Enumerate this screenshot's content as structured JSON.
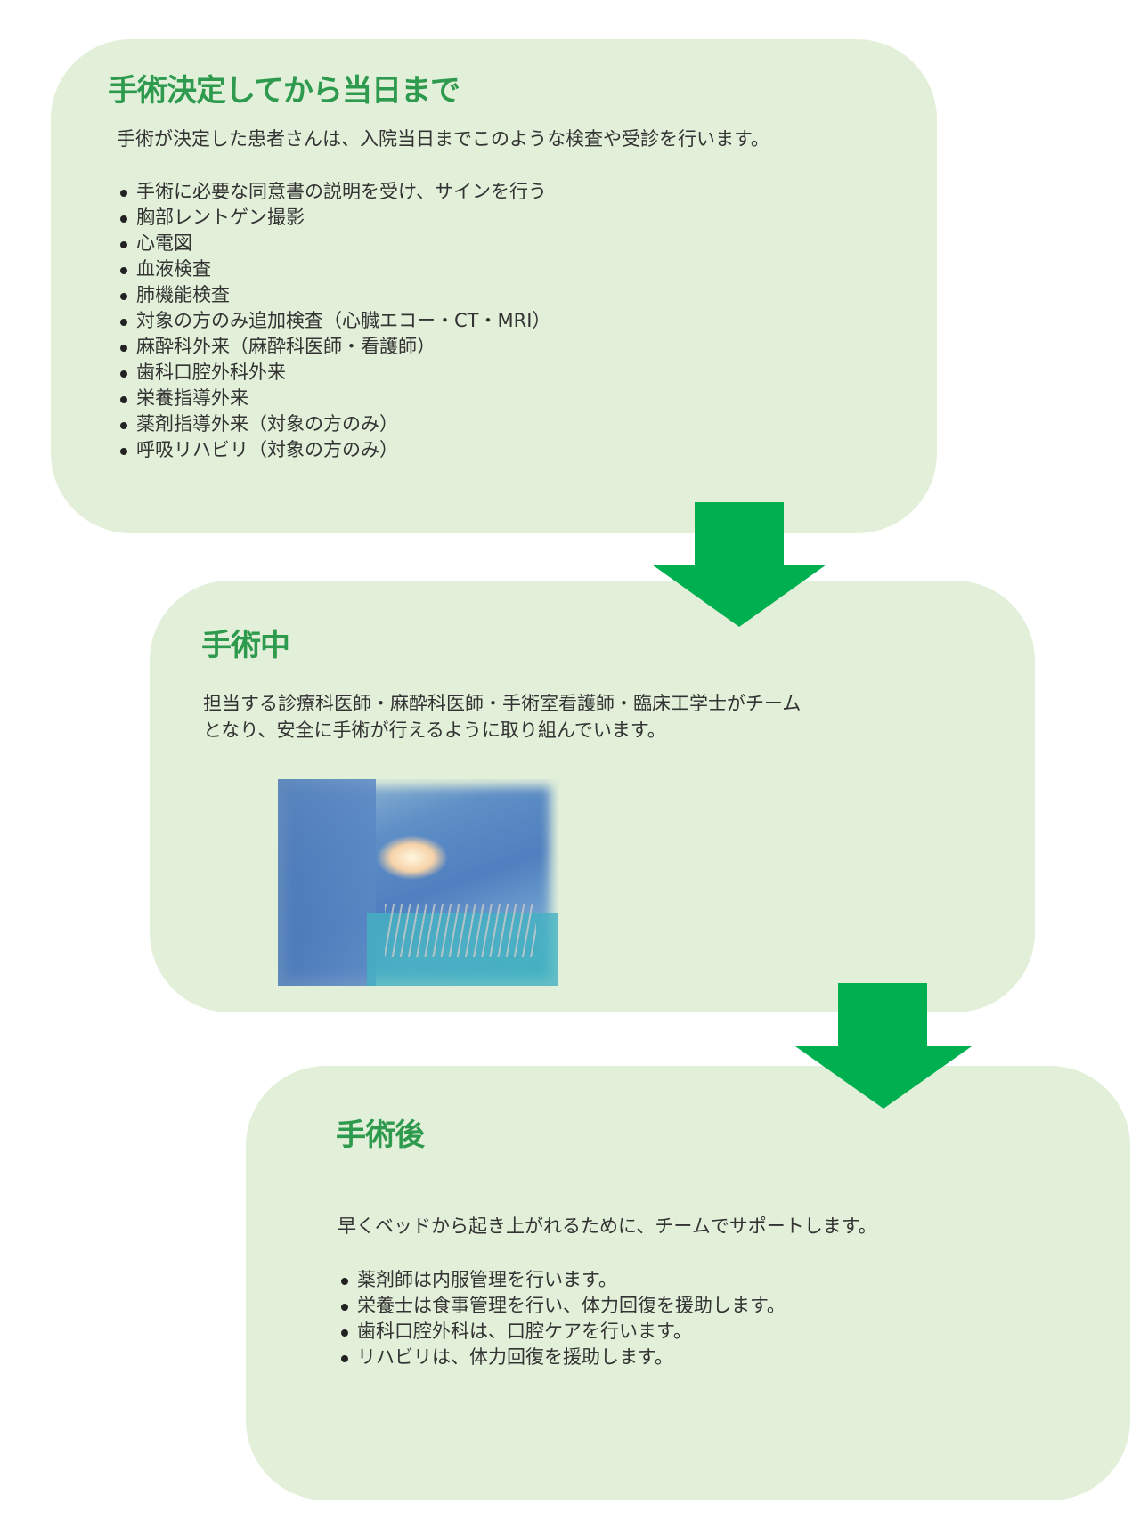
{
  "section_before": {
    "title": "手術決定してから当日まで",
    "intro": "手術が決定した患者さんは、入院当日までこのような検査や受診を行います。",
    "items": [
      "手術に必要な同意書の説明を受け、サインを行う",
      "胸部レントゲン撮影",
      "心電図",
      "血液検査",
      "肺機能検査",
      "対象の方のみ追加検査（心臓エコー・CT・MRI）",
      "麻酔科外来（麻酔科医師・看護師）",
      "歯科口腔外科外来",
      "栄養指導外来",
      "薬剤指導外来（対象の方のみ）",
      "呼吸リハビリ（対象の方のみ）"
    ]
  },
  "section_during": {
    "title": "手術中",
    "line1": "担当する診療科医師・麻酔科医師・手術室看護師・臨床工学士がチーム",
    "line2": "となり、安全に手術が行えるように取り組んでいます。"
  },
  "section_after": {
    "title": "手術後",
    "intro": "早くベッドから起き上がれるために、チームでサポートします。",
    "items": [
      "薬剤師は内服管理を行います。",
      "栄養士は食事管理を行い、体力回復を援助します。",
      "歯科口腔外科は、口腔ケアを行います。",
      "リハビリは、体力回復を援助します。"
    ]
  },
  "colors": {
    "box": "#e2efd9",
    "title": "#2e9a4e",
    "arrow": "#00b050"
  }
}
